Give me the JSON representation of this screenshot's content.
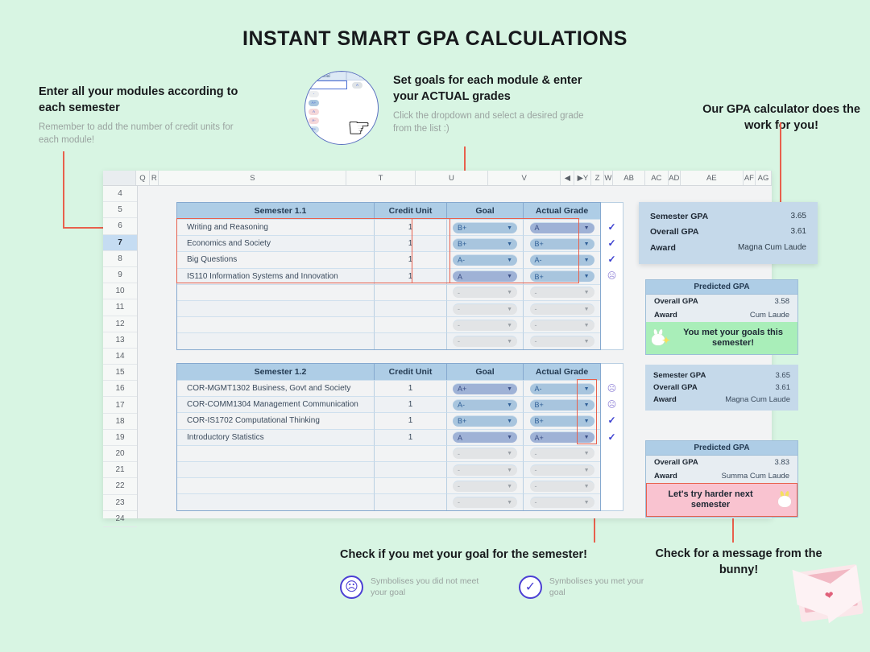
{
  "title": "INSTANT SMART GPA CALCULATIONS",
  "annotations": {
    "modules": {
      "heading": "Enter all your modules according to each semester",
      "body": "Remember to add the number of credit units for each module!"
    },
    "goals": {
      "heading": "Set goals for each module & enter your ACTUAL grades",
      "body": "Click the dropdown and select a desired grade from the list :)"
    },
    "calculator": {
      "heading": "Our GPA calculator does the work for you!"
    },
    "check": {
      "heading": "Check if you met your goal for the semester!",
      "legend": [
        {
          "icon": "sad-face-icon",
          "glyph": "☹",
          "text": "Symbolises you did not meet your goal"
        },
        {
          "icon": "check-mark-icon",
          "glyph": "✓",
          "text": "Symbolises you met your goal"
        }
      ]
    },
    "bunny": {
      "heading": "Check for a message from the bunny!"
    }
  },
  "magnifier": {
    "col_goal": "Goal",
    "col_actual": "Ac",
    "open_value": "-",
    "actual_value": "A",
    "options": [
      "-",
      "A+",
      "A",
      "A-",
      "B+"
    ]
  },
  "sheet": {
    "columns": [
      "",
      "Q",
      "R",
      "S",
      "T",
      "U",
      "V",
      "",
      "Y",
      "Z",
      "W",
      "AB",
      "AC",
      "AD",
      "AE",
      "AF",
      "AG"
    ],
    "row_numbers": [
      "4",
      "5",
      "6",
      "7",
      "8",
      "9",
      "10",
      "11",
      "12",
      "13",
      "14",
      "15",
      "16",
      "17",
      "18",
      "19",
      "20",
      "21",
      "22",
      "23",
      "24"
    ],
    "selected_row": "7",
    "headers": {
      "credit_unit": "Credit Unit",
      "goal": "Goal",
      "actual_grade": "Actual Grade"
    },
    "semesters": [
      {
        "name": "Semester 1.1",
        "rows": [
          {
            "module": "Writing and Reasoning",
            "credit": "1",
            "goal": "B+",
            "actual": "A",
            "status": "check"
          },
          {
            "module": "Economics and Society",
            "credit": "1",
            "goal": "B+",
            "actual": "B+",
            "status": "check"
          },
          {
            "module": "Big Questions",
            "credit": "1",
            "goal": "A-",
            "actual": "A-",
            "status": "check"
          },
          {
            "module": "IS110 Information Systems and Innovation",
            "credit": "1",
            "goal": "A",
            "actual": "B+",
            "status": "sad"
          },
          {
            "module": "",
            "credit": "",
            "goal": "-",
            "actual": "-",
            "status": ""
          },
          {
            "module": "",
            "credit": "",
            "goal": "-",
            "actual": "-",
            "status": ""
          },
          {
            "module": "",
            "credit": "",
            "goal": "-",
            "actual": "-",
            "status": ""
          },
          {
            "module": "",
            "credit": "",
            "goal": "-",
            "actual": "-",
            "status": ""
          }
        ],
        "gpa": {
          "semester_gpa_label": "Semester GPA",
          "semester_gpa": "3.65",
          "overall_gpa_label": "Overall GPA",
          "overall_gpa": "3.61",
          "award_label": "Award",
          "award": "Magna Cum Laude"
        },
        "predicted": {
          "title": "Predicted GPA",
          "overall_gpa_label": "Overall GPA",
          "overall_gpa": "3.58",
          "award_label": "Award",
          "award": "Cum Laude",
          "message": "You met your goals this semester!",
          "message_type": "good"
        }
      },
      {
        "name": "Semester 1.2",
        "rows": [
          {
            "module": "COR-MGMT1302 Business, Govt and Society",
            "credit": "1",
            "goal": "A+",
            "actual": "A-",
            "status": "sad"
          },
          {
            "module": "COR-COMM1304 Management Communication",
            "credit": "1",
            "goal": "A-",
            "actual": "B+",
            "status": "sad"
          },
          {
            "module": "COR-IS1702 Computational Thinking",
            "credit": "1",
            "goal": "B+",
            "actual": "B+",
            "status": "check"
          },
          {
            "module": "Introductory Statistics",
            "credit": "1",
            "goal": "A",
            "actual": "A+",
            "status": "check"
          },
          {
            "module": "",
            "credit": "",
            "goal": "-",
            "actual": "-",
            "status": ""
          },
          {
            "module": "",
            "credit": "",
            "goal": "-",
            "actual": "-",
            "status": ""
          },
          {
            "module": "",
            "credit": "",
            "goal": "-",
            "actual": "-",
            "status": ""
          },
          {
            "module": "",
            "credit": "",
            "goal": "-",
            "actual": "-",
            "status": ""
          }
        ],
        "gpa": {
          "semester_gpa_label": "Semester GPA",
          "semester_gpa": "3.65",
          "overall_gpa_label": "Overall GPA",
          "overall_gpa": "3.61",
          "award_label": "Award",
          "award": "Magna Cum Laude"
        },
        "predicted": {
          "title": "Predicted GPA",
          "overall_gpa_label": "Overall GPA",
          "overall_gpa": "3.83",
          "award_label": "Award",
          "award": "Summa Cum Laude",
          "message": "Let's try harder next semester",
          "message_type": "bad"
        }
      }
    ]
  },
  "colors": {
    "background": "#d8f5e3",
    "accent_red": "#e8604d",
    "header_blue": "#aecde6",
    "good_green": "#a9eeb9",
    "bad_pink": "#f9c3d0",
    "tick_purple": "#3b3fd0"
  }
}
